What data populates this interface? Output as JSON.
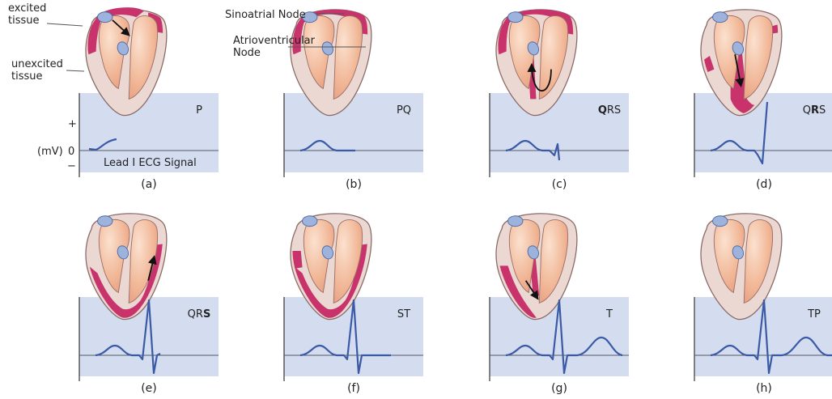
{
  "annotations": {
    "excited_tissue": "excited\ntissue",
    "unexcited_tissue": "unexcited\ntissue",
    "sinoatrial_node": "Sinoatrial Node",
    "av_node": "Atrioventricular\nNode",
    "unit": "(mV)",
    "zero": "0",
    "plus": "+",
    "minus": "−",
    "signal_name": "Lead I ECG Signal"
  },
  "panels": [
    {
      "id": "a",
      "label": "(a)",
      "phase": "P",
      "bold": ""
    },
    {
      "id": "b",
      "label": "(b)",
      "phase": "PQ",
      "bold": ""
    },
    {
      "id": "c",
      "label": "(c)",
      "phase": "QRS",
      "bold": "Q"
    },
    {
      "id": "d",
      "label": "(d)",
      "phase": "QRS",
      "bold": "R"
    },
    {
      "id": "e",
      "label": "(e)",
      "phase": "QRS",
      "bold": "S"
    },
    {
      "id": "f",
      "label": "(f)",
      "phase": "ST",
      "bold": ""
    },
    {
      "id": "g",
      "label": "(g)",
      "phase": "T",
      "bold": ""
    },
    {
      "id": "h",
      "label": "(h)",
      "phase": "TP",
      "bold": ""
    }
  ],
  "colors": {
    "panel_bg": "#d4dcef",
    "ecg": "#3b5aa6",
    "baseline": "#555a66",
    "excited": "#c8336b",
    "tissue": "#ecd8d2",
    "chamber": "#f0b99a",
    "node": "#9db3dc"
  }
}
